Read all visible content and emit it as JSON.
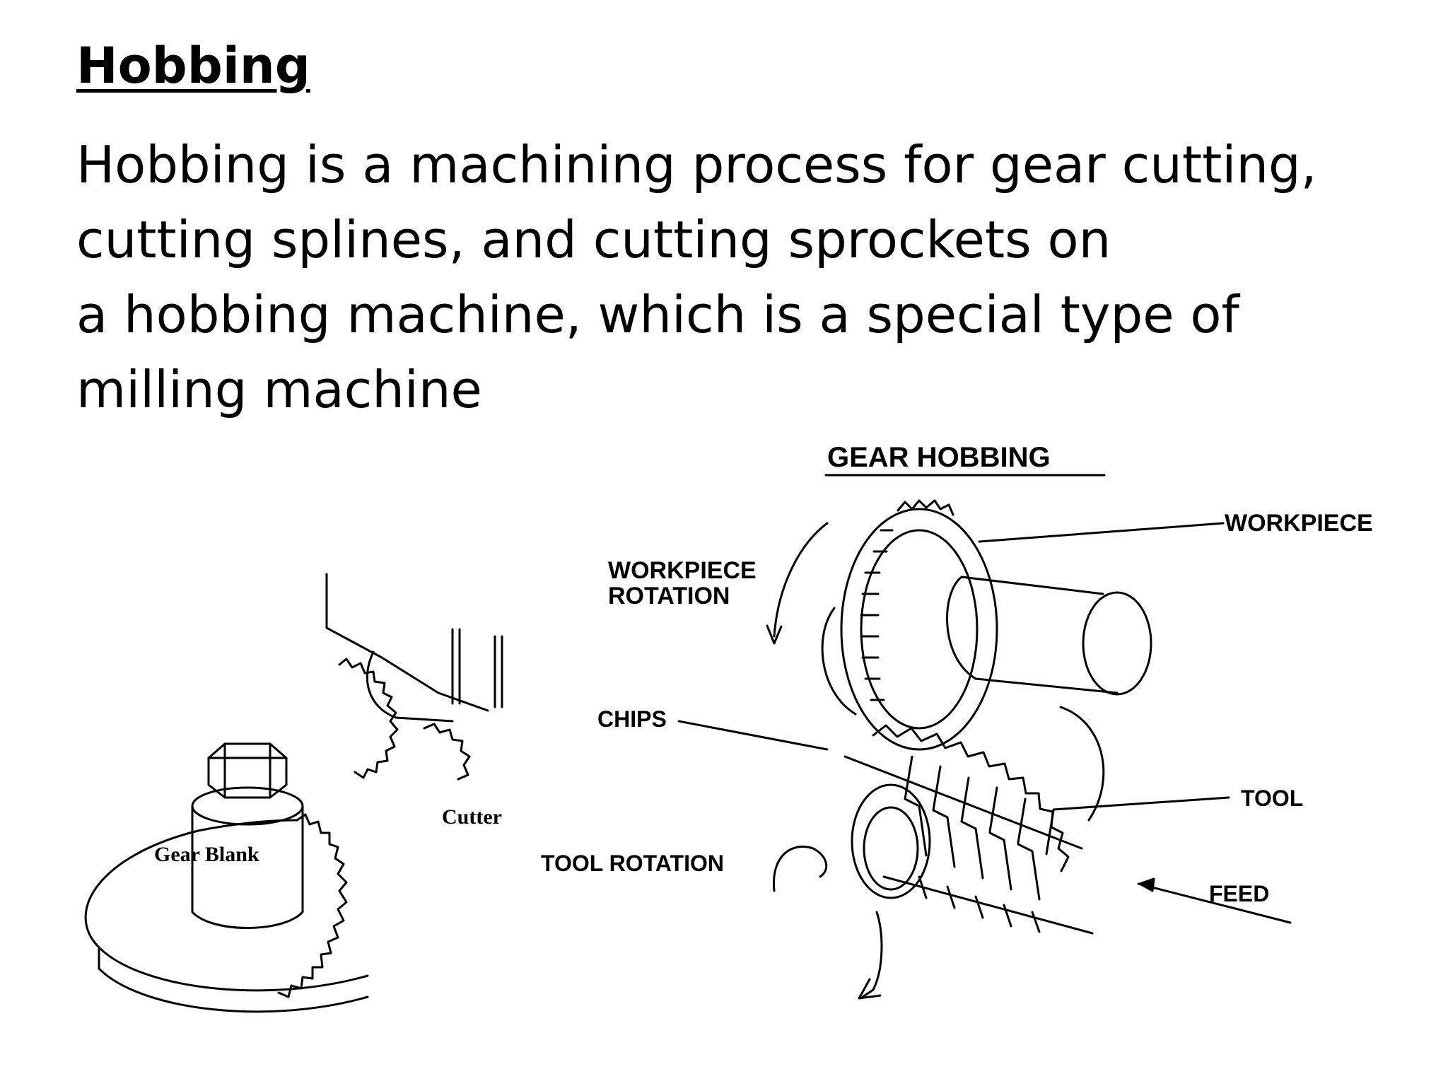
{
  "slide": {
    "title": "Hobbing",
    "body_lines": [
      "Hobbing is a machining process for gear cutting,",
      "cutting splines, and cutting sprockets on",
      "a hobbing machine, which is a special type of",
      "milling machine"
    ]
  },
  "left_figure": {
    "labels": {
      "gear_blank": "Gear Blank",
      "cutter": "Cutter"
    }
  },
  "right_figure": {
    "title": "GEAR HOBBING",
    "labels": {
      "workpiece": "WORKPIECE",
      "workpiece_rotation_line1": "WORKPIECE",
      "workpiece_rotation_line2": "ROTATION",
      "chips": "CHIPS",
      "tool": "TOOL",
      "tool_rotation": "TOOL ROTATION",
      "feed": "FEED"
    }
  }
}
